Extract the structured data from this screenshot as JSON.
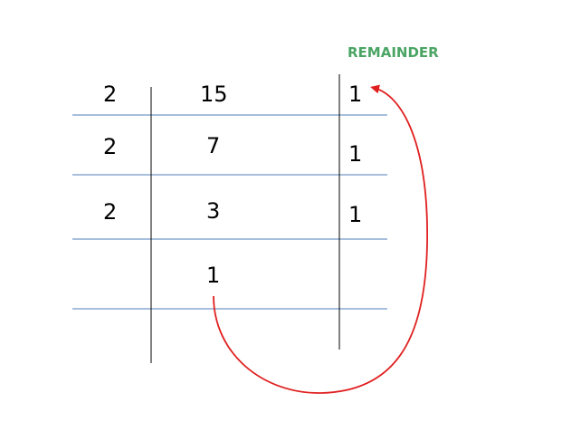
{
  "header": {
    "remainder_label": "REMAINDER"
  },
  "rows": [
    {
      "divisor": "2",
      "value": "15",
      "remainder": "1"
    },
    {
      "divisor": "2",
      "value": "7",
      "remainder": "1"
    },
    {
      "divisor": "2",
      "value": "3",
      "remainder": "1"
    },
    {
      "divisor": "",
      "value": "1",
      "remainder": ""
    }
  ],
  "colors": {
    "row_line": "#4f7fb8",
    "column_line": "#000000",
    "arrow": "#e02020",
    "header": "#4aa564"
  }
}
